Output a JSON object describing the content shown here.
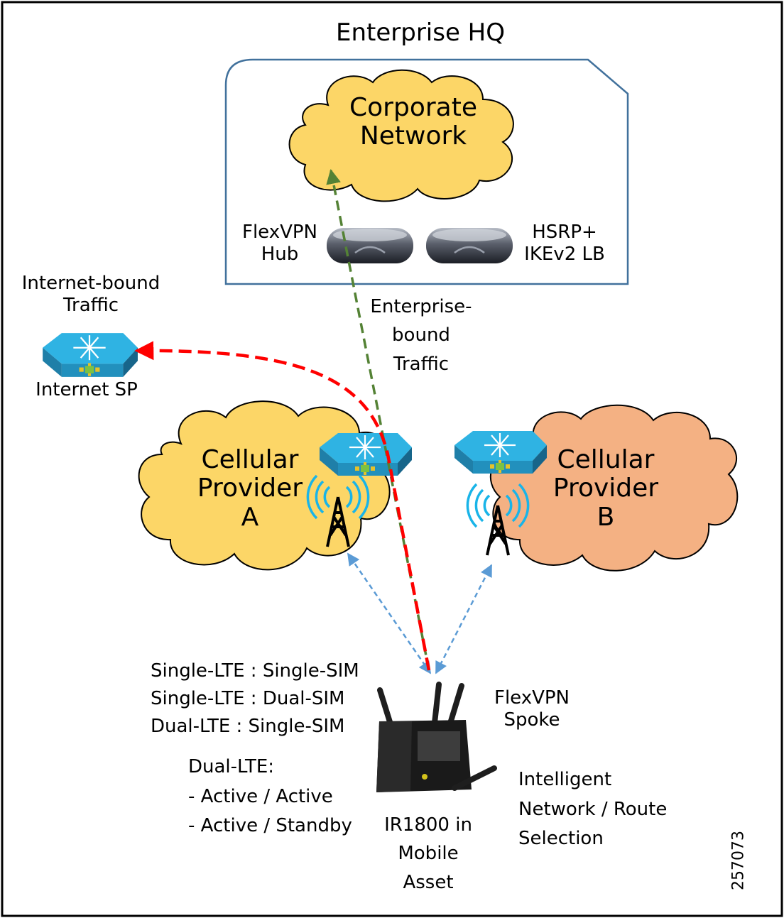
{
  "title": "Enterprise HQ",
  "corporate_network": [
    "Corporate",
    "Network"
  ],
  "hub": {
    "left_label": [
      "FlexVPN",
      "Hub"
    ],
    "right_label": [
      "HSRP+",
      "IKEv2 LB"
    ]
  },
  "internet": {
    "top_label": [
      "Internet-bound",
      "Traffic"
    ],
    "bottom_label": "Internet SP"
  },
  "enterprise_traffic": [
    "Enterprise-",
    "bound",
    "Traffic"
  ],
  "provider_a": [
    "Cellular",
    "Provider",
    "A"
  ],
  "provider_b": [
    "Cellular",
    "Provider",
    "B"
  ],
  "modes": [
    "Single-LTE : Single-SIM",
    "Single-LTE : Dual-SIM",
    "Dual-LTE : Single-SIM"
  ],
  "dual_lte": [
    "Dual-LTE:",
    "- Active / Active",
    "- Active / Standby"
  ],
  "spoke": [
    "FlexVPN",
    "Spoke"
  ],
  "device": [
    "IR1800 in",
    "Mobile",
    "Asset"
  ],
  "selection": [
    "Intelligent",
    "Network / Route",
    "Selection"
  ],
  "figure_number": "257073",
  "colors": {
    "cloud_yellow": "#fcd667",
    "cloud_orange": "#f4b183",
    "enterprise_arrow": "#548235",
    "internet_arrow": "#ff0000",
    "radio_arrow": "#5b9bd5",
    "hq_border": "#41719c",
    "switch_blue": "#29a9d8"
  },
  "icons": [
    "cloud-icon",
    "router-icon",
    "switch-icon",
    "cell-tower-icon",
    "lte-router-icon"
  ]
}
